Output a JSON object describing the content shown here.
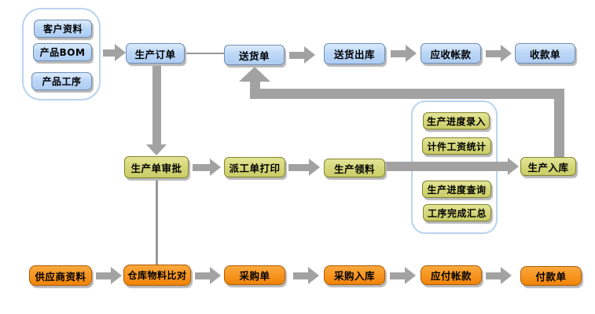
{
  "diagram": {
    "title": "ERP production workflow diagram",
    "colors": {
      "background": "#ffffff",
      "box_blue": "#bcd7f7",
      "box_blue_border": "#6e8fb8",
      "box_green": "#d4d678",
      "box_green_border": "#83852e",
      "box_orange": "#f7941e",
      "box_orange_border": "#b05a00",
      "arrow_gray": "#a2a2a2",
      "thin_line_gray": "#999999",
      "group_border_blue": "#b9d4ef"
    },
    "nodes": {
      "customer_info": {
        "label": "客户资料"
      },
      "product_bom": {
        "label": "产品BOM"
      },
      "product_process": {
        "label": "产品工序"
      },
      "production_order": {
        "label": "生产订单"
      },
      "delivery_note": {
        "label": "送货单"
      },
      "delivery_out": {
        "label": "送货出库"
      },
      "accounts_receivable": {
        "label": "应收帐款"
      },
      "receipt": {
        "label": "收款单"
      },
      "production_approval": {
        "label": "生产单审批"
      },
      "work_order_print": {
        "label": "派工单打印"
      },
      "production_picking": {
        "label": "生产领料"
      },
      "progress_entry": {
        "label": "生产进度录入"
      },
      "piece_wage_stats": {
        "label": "计件工资统计"
      },
      "progress_query": {
        "label": "生产进度查询"
      },
      "process_summary": {
        "label": "工序完成汇总"
      },
      "production_in": {
        "label": "生产入库"
      },
      "supplier_info": {
        "label": "供应商资料"
      },
      "warehouse_material_check": {
        "label": "仓库物料比对"
      },
      "purchase_order": {
        "label": "采购单"
      },
      "purchase_in": {
        "label": "采购入库"
      },
      "accounts_payable": {
        "label": "应付帐款"
      },
      "payment": {
        "label": "付款单"
      }
    },
    "groups": {
      "basic_data": {
        "items": [
          "customer_info",
          "product_bom",
          "product_process"
        ]
      },
      "production_tracking": {
        "items": [
          "progress_entry",
          "piece_wage_stats",
          "progress_query",
          "process_summary"
        ]
      }
    },
    "edges": [
      {
        "from": "basic_data_group",
        "to": "production_order",
        "style": "thick-arrow"
      },
      {
        "from": "production_order",
        "to": "delivery_note",
        "style": "thin-line"
      },
      {
        "from": "delivery_note",
        "to": "delivery_out",
        "style": "thick-arrow"
      },
      {
        "from": "delivery_out",
        "to": "accounts_receivable",
        "style": "thick-arrow"
      },
      {
        "from": "accounts_receivable",
        "to": "receipt",
        "style": "thick-arrow"
      },
      {
        "from": "production_order",
        "to": "production_approval",
        "style": "thick-arrow"
      },
      {
        "from": "production_approval",
        "to": "work_order_print",
        "style": "thick-arrow"
      },
      {
        "from": "work_order_print",
        "to": "production_picking",
        "style": "thick-arrow"
      },
      {
        "from": "production_picking",
        "to": "production_in",
        "style": "thick-arrow"
      },
      {
        "from": "production_in",
        "to": "delivery_note",
        "style": "thick-elbow-feedback"
      },
      {
        "from": "production_approval",
        "to": "warehouse_material_check",
        "style": "thin-line"
      },
      {
        "from": "supplier_info",
        "to": "warehouse_material_check",
        "style": "thick-arrow"
      },
      {
        "from": "warehouse_material_check",
        "to": "purchase_order",
        "style": "thick-arrow"
      },
      {
        "from": "purchase_order",
        "to": "purchase_in",
        "style": "thick-arrow"
      },
      {
        "from": "purchase_in",
        "to": "accounts_payable",
        "style": "thick-arrow"
      },
      {
        "from": "accounts_payable",
        "to": "payment",
        "style": "thick-arrow"
      }
    ]
  }
}
